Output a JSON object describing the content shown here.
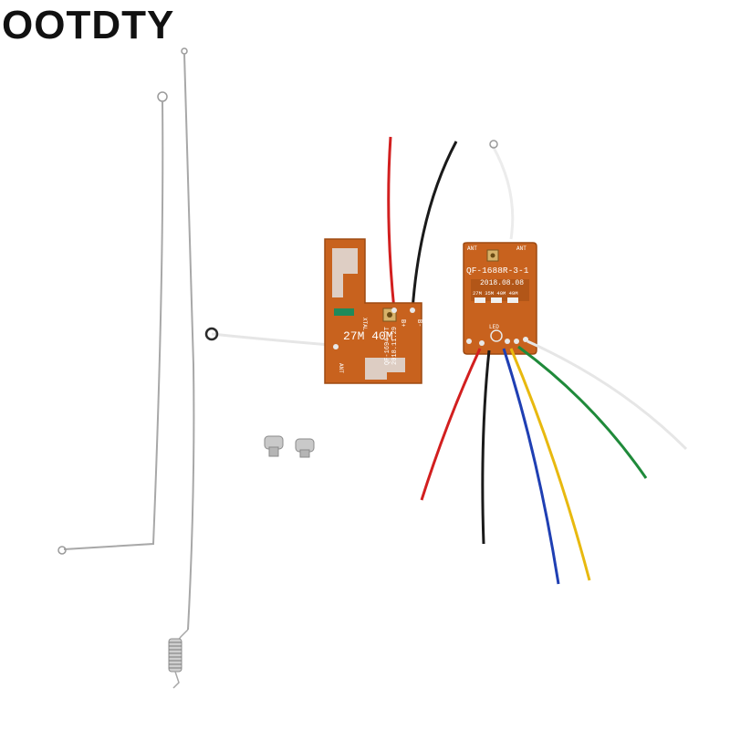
{
  "brand": {
    "text": "OOTDTY"
  },
  "transmitter": {
    "freq_label": "27M 40M",
    "model_label": "QF-1694-7T",
    "date_label": "2018.11.29",
    "ant_label": "ANT",
    "xtal_label": "XTAL",
    "pad_label_1": "B+",
    "pad_label_2": "B-"
  },
  "receiver": {
    "model_label": "QF-1688R-3-1",
    "date_label": "2018.08.08",
    "ant_label_left": "ANT",
    "ant_label_right": "ANT",
    "freq_strip": "27M 35M 40M 49M",
    "led_label": "LED"
  },
  "colors": {
    "pcb": "#c8621e",
    "pcb_dark": "#a44e14",
    "silver": "#b8b8b8",
    "wire_red": "#d21f1f",
    "wire_black": "#1a1a1a",
    "wire_white": "#f2f2f2",
    "wire_blue": "#1f3fb3",
    "wire_yellow": "#e8b90f",
    "wire_green": "#1f8a3a"
  }
}
